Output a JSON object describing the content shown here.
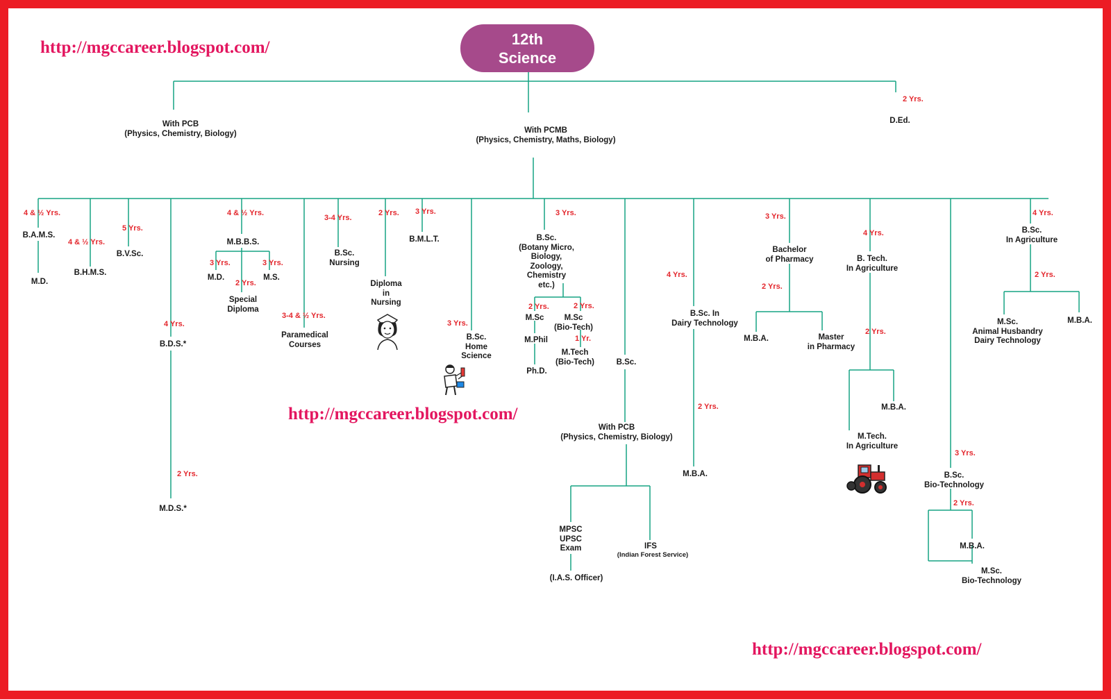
{
  "title": "12th\nScience",
  "urls": [
    "http://mgccareer.blogspot.com/",
    "http://mgccareer.blogspot.com/",
    "http://mgccareer.blogspot.com/"
  ],
  "colors": {
    "border": "#ec1c24",
    "line": "#16a383",
    "duration": "#e3262c",
    "url": "#e3165f",
    "title_bg": "#a64a8b"
  },
  "nodes": {
    "pcb": "With PCB\n(Physics, Chemistry, Biology)",
    "pcmb": "With PCMB\n(Physics, Chemistry, Maths, Biology)",
    "ded": "D.Ed.",
    "bams": "B.A.M.S.",
    "md1": "M.D.",
    "bhms": "B.H.M.S.",
    "bvsc": "B.V.Sc.",
    "bds": "B.D.S.*",
    "mds": "M.D.S.*",
    "mbbs": "M.B.B.S.",
    "md2": "M.D.",
    "ms": "M.S.",
    "special_diploma": "Special\nDiploma",
    "paramedical": "Paramedical\nCourses",
    "bsc_nursing": "B.Sc.\nNursing",
    "diploma_nursing": "Diploma\nin\nNursing",
    "bmlt": "B.M.L.T.",
    "bsc_home_science": "B.Sc.\nHome\nScience",
    "bsc_botany": "B.Sc.\n(Botany Micro,\nBiology,\nZoology,\nChemistry\netc.)",
    "msc": "M.Sc",
    "mphil": "M.Phil",
    "phd": "Ph.D.",
    "msc_biotech": "M.Sc\n(Bio-Tech)",
    "mtech_biotech": "M.Tech\n(Bio-Tech)",
    "bsc": "B.Sc.",
    "with_pcb2": "With PCB\n(Physics, Chemistry, Biology)",
    "mpsc": "MPSC\nUPSC\nExam",
    "ias": "(I.A.S. Officer)",
    "ifs": "IFS",
    "ifs_full": "(Indian Forest Service)",
    "bsc_dairy": "B.Sc. In\nDairy Technology",
    "mba_dairy": "M.B.A.",
    "b_pharmacy": "Bachelor\nof Pharmacy",
    "mba_pharm": "M.B.A.",
    "m_pharmacy": "Master\nin Pharmacy",
    "btech_agri": "B. Tech.\nIn Agriculture",
    "mba_agri": "M.B.A.",
    "mtech_agri": "M.Tech.\nIn Agriculture",
    "bsc_biotech": "B.Sc.\nBio-Technology",
    "mba_biotech": "M.B.A.",
    "msc_biotech2": "M.Sc.\nBio-Technology",
    "bsc_agri": "B.Sc.\nIn Agriculture",
    "msc_animal": "M.Sc.\nAnimal Husbandry\nDairy Technology",
    "mba_bscagri": "M.B.A."
  },
  "durations": {
    "ded": "2 Yrs.",
    "bams": "4 & ½ Yrs.",
    "bhms": "4 & ½ Yrs.",
    "bvsc": "5 Yrs.",
    "bds": "4 Yrs.",
    "mds": "2 Yrs.",
    "mbbs": "4 & ½ Yrs.",
    "md2": "3 Yrs.",
    "ms": "3 Yrs.",
    "special_diploma": "2 Yrs.",
    "paramedical": "3-4 & ½ Yrs.",
    "bsc_nursing": "3-4 Yrs.",
    "diploma_nursing": "2 Yrs.",
    "bmlt": "3 Yrs.",
    "bsc_home_science": "3 Yrs.",
    "bsc_botany": "3 Yrs.",
    "msc": "2 Yrs.",
    "msc_biotech": "2 Yrs.",
    "mtech_biotech": "1 Yr.",
    "bsc_dairy": "4 Yrs.",
    "mba_dairy": "2 Yrs.",
    "b_pharmacy": "3 Yrs.",
    "pharm_post": "2 Yrs.",
    "btech_agri": "4 Yrs.",
    "agri_post": "2 Yrs.",
    "bsc_biotech": "3 Yrs.",
    "biotech_post": "2 Yrs.",
    "bsc_agri": "4 Yrs.",
    "bscagri_post": "2 Yrs."
  },
  "icons": [
    "nurse-icon",
    "scientist-icon",
    "tractor-icon"
  ]
}
